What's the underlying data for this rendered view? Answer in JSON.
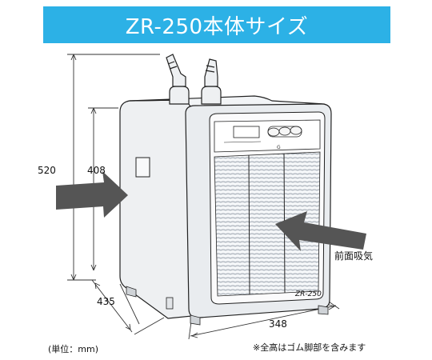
{
  "title": "ZR-250本体サイズ",
  "dimensions": {
    "height_total": "520",
    "height_body": "408",
    "depth": "435",
    "width": "348"
  },
  "annotations": {
    "front_intake": "前面吸気",
    "unit_note": "(単位：mm)",
    "height_note": "※全高はゴム脚部を含みます"
  },
  "product_label": "ZR-250",
  "colors": {
    "banner": "#2cb1e6",
    "arrow": "#555555"
  }
}
